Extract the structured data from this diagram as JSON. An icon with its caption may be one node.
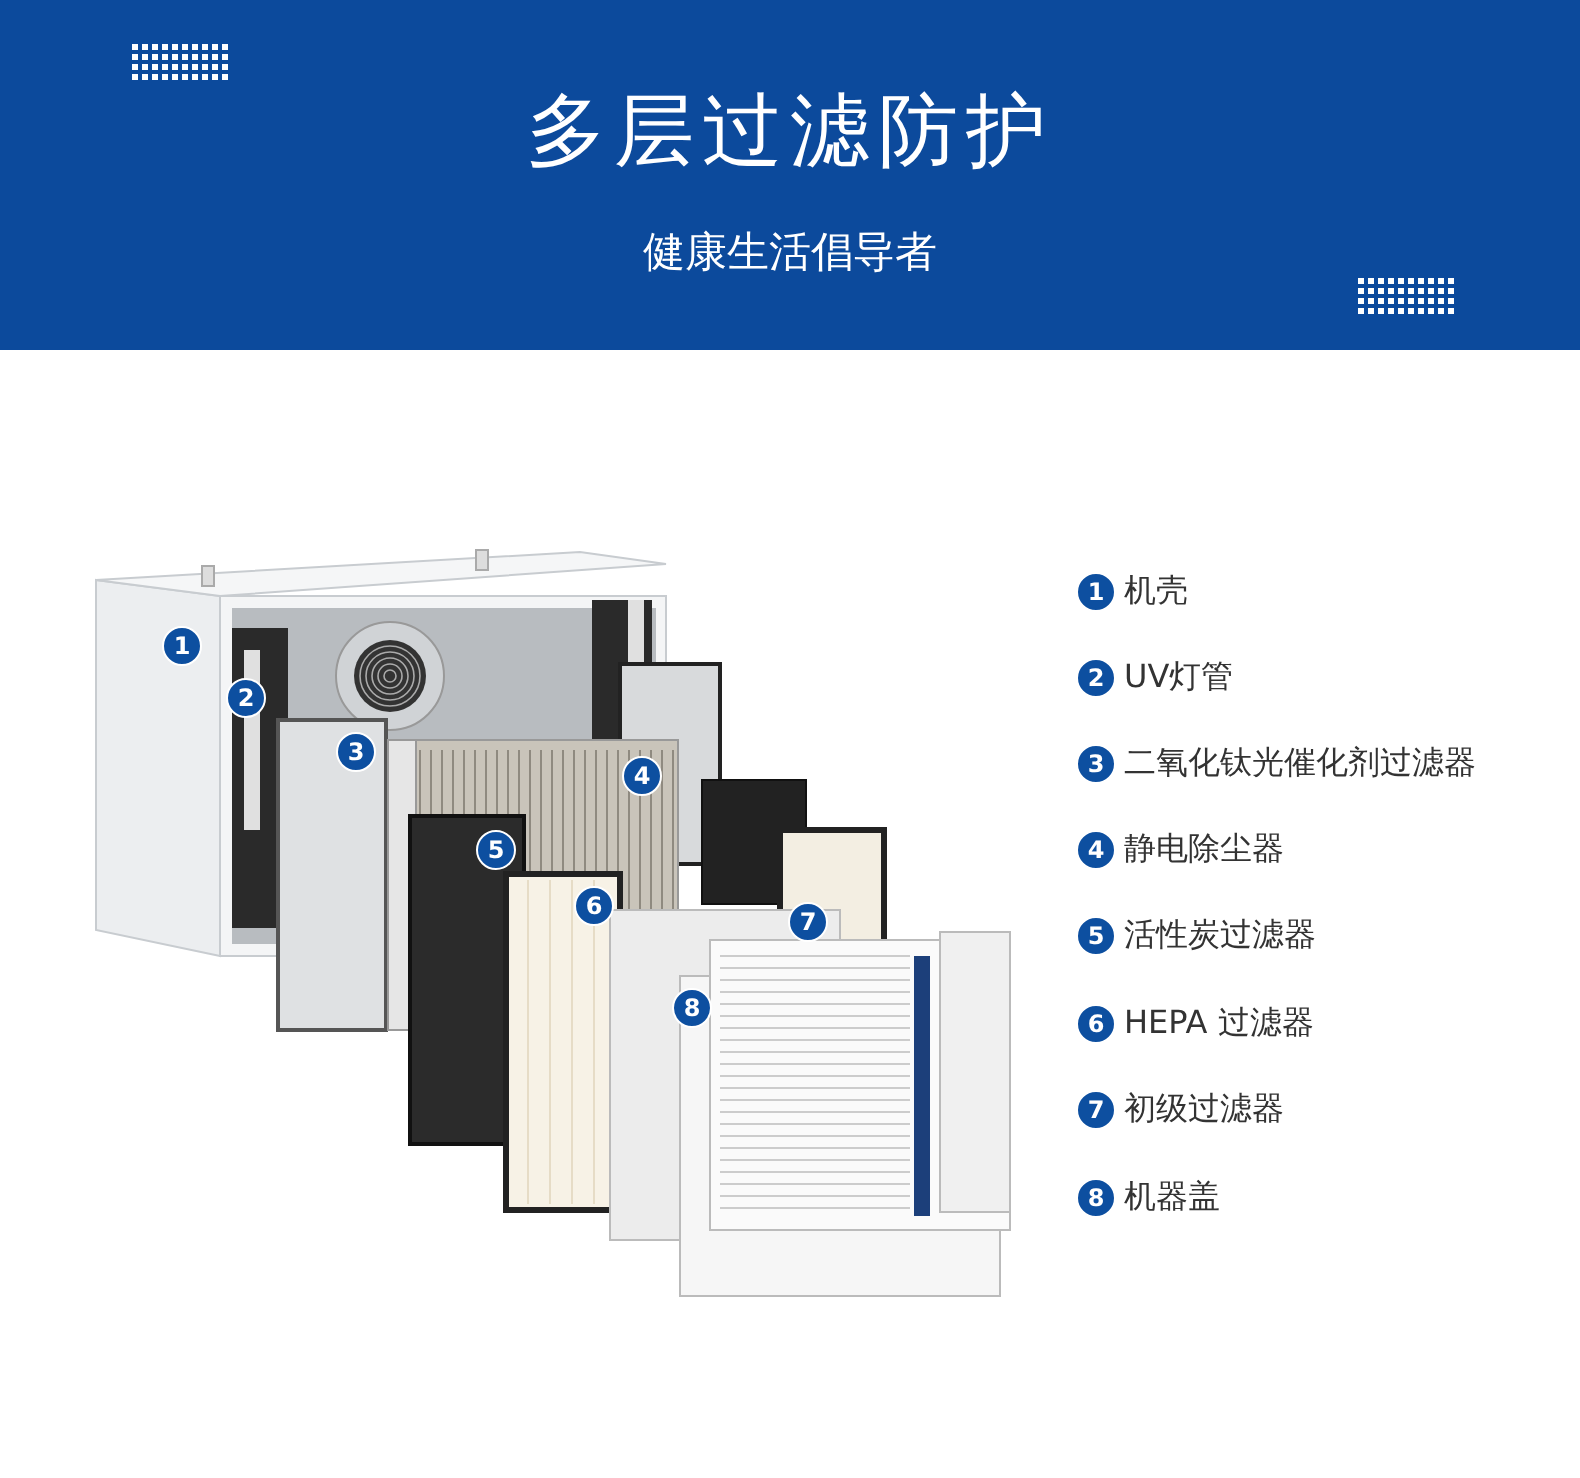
{
  "diagram": {
    "title": "多层过滤防护",
    "labels": [
      "健康生活倡导者",
      "1",
      "2",
      "3",
      "4",
      "5",
      "6",
      "7",
      "8",
      "1",
      "机壳",
      "2",
      "UV灯管",
      "3",
      "二氧化钛光催化剂过滤器",
      "4",
      "静电除尘器",
      "5",
      "活性炭过滤器",
      "6",
      "HEPA 过滤器",
      "7",
      "初级过滤器",
      "8",
      "机器盖"
    ]
  }
}
